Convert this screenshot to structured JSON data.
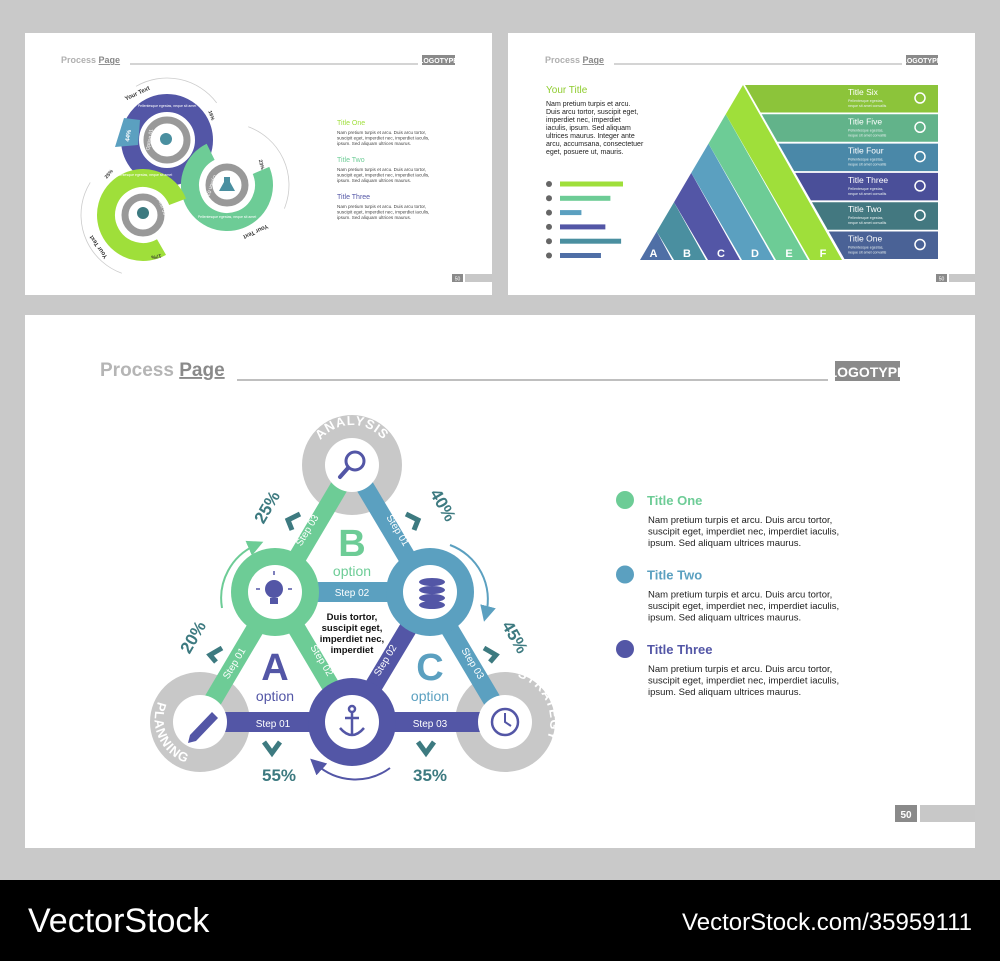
{
  "colors": {
    "green": "#6dcc96",
    "blue": "#5ba0c0",
    "purple": "#5356a6",
    "gray": "#c8c8c8",
    "teal": "#3d7a80",
    "lime": "#9fdf3a",
    "dark_gray": "#8a8a8a"
  },
  "slide_left": {
    "header": {
      "title_light": "Process",
      "title_bold": "Page",
      "logo": "LOGOTYPE"
    },
    "labels": {
      "your_text_1": "Your Text",
      "your_text_2": "Your Text",
      "your_text_3": "Your Text",
      "p44": "44%",
      "p16": "16%",
      "p25": "25%",
      "p23": "23%",
      "p17": "17%",
      "option1": "Option 01",
      "option2": "Option 02",
      "option3": "Option 03",
      "caption": "Pellentesque egestas, neque sit amet"
    },
    "items": [
      {
        "title": "Title One",
        "lines": [
          "Nam pretium turpis et arcu. Duis arcu tortor,",
          "suscipit eget, imperdiet nec, imperdiet iaculis,",
          "ipsum. Sed aliquam ultrices maurus."
        ]
      },
      {
        "title": "Title Two",
        "lines": [
          "Nam pretium turpis et arcu. Duis arcu tortor,",
          "suscipit eget, imperdiet nec, imperdiet iaculis,",
          "ipsum. Sed aliquam ultrices maurus."
        ]
      },
      {
        "title": "Title Three",
        "lines": [
          "Nam pretium turpis et arcu. Duis arcu tortor,",
          "suscipit eget, imperdiet nec, imperdiet iaculis,",
          "ipsum. Sed aliquam ultrices maurus."
        ]
      }
    ],
    "page_number": "50"
  },
  "slide_right": {
    "header": {
      "title_light": "Process",
      "title_bold": "Page",
      "logo": "LOGOTYPE"
    },
    "your_title": "Your Title",
    "body_lines": [
      "Nam pretium turpis et arcu.",
      "Duis arcu tortor, suscipit eget,",
      "imperdiet nec, imperdiet",
      "iaculis, ipsum. Sed aliquam",
      "ultrices maurus. Integer ante",
      "arcu, accumsana, consectetuer",
      "eget, posuere ut, mauris."
    ],
    "bars": [
      {
        "icon": "lightbulb-icon",
        "level": 1.0
      },
      {
        "icon": "pencil-icon",
        "level": 0.8
      },
      {
        "icon": "money-bag-icon",
        "level": 0.34
      },
      {
        "icon": "flask-icon",
        "level": 0.72
      },
      {
        "icon": "anchor-icon",
        "level": 0.97
      },
      {
        "icon": "magnifier-icon",
        "level": 0.65
      }
    ],
    "stripes": [
      "A",
      "B",
      "C",
      "D",
      "E",
      "F"
    ],
    "rows": [
      {
        "title": "Title Six",
        "icon": "lightbulb-icon"
      },
      {
        "title": "Title Five",
        "icon": "pencil-icon"
      },
      {
        "title": "Title Four",
        "icon": "money-bag-icon"
      },
      {
        "title": "Title Three",
        "icon": "flask-icon"
      },
      {
        "title": "Title Two",
        "icon": "anchor-icon"
      },
      {
        "title": "Title One",
        "icon": "magnifier-icon"
      }
    ],
    "row_caption_1": "Pellentesque egestas,",
    "row_caption_2": "neque sit amet convallis",
    "page_number": "50"
  },
  "main": {
    "header": {
      "title_light": "Process",
      "title_bold": "Page",
      "logo": "LOGOTYPE"
    },
    "rings": {
      "analysis": "ANALYSIS",
      "planning": "PLANNING",
      "strategy": "STRATEGY"
    },
    "options": [
      {
        "letter": "A",
        "label": "option"
      },
      {
        "letter": "B",
        "label": "option"
      },
      {
        "letter": "C",
        "label": "option"
      }
    ],
    "center_text": [
      "Duis tortor,",
      "suscipit eget,",
      "imperdiet nec,",
      "imperdiet"
    ],
    "steps": {
      "s01": "Step 01",
      "s02": "Step 02",
      "s03": "Step 03"
    },
    "percents": {
      "p25": "25%",
      "p40": "40%",
      "p20": "20%",
      "p45": "45%",
      "p55": "55%",
      "p35": "35%"
    },
    "items": [
      {
        "title": "Title One",
        "color": "#6dcc96",
        "lines": [
          "Nam pretium turpis et arcu. Duis arcu tortor,",
          "suscipit eget, imperdiet nec, imperdiet iaculis,",
          "ipsum. Sed aliquam ultrices maurus."
        ]
      },
      {
        "title": "Title Two",
        "color": "#5ba0c0",
        "lines": [
          "Nam pretium turpis et arcu. Duis arcu tortor,",
          "suscipit eget, imperdiet nec, imperdiet iaculis,",
          "ipsum. Sed aliquam ultrices maurus."
        ]
      },
      {
        "title": "Title Three",
        "color": "#5356a6",
        "lines": [
          "Nam pretium turpis et arcu. Duis arcu tortor,",
          "suscipit eget, imperdiet nec, imperdiet iaculis,",
          "ipsum. Sed aliquam ultrices maurus."
        ]
      }
    ],
    "page_number": "50"
  },
  "footer": {
    "brand": "VectorStock",
    "id_text": "VectorStock.com/35959111"
  }
}
